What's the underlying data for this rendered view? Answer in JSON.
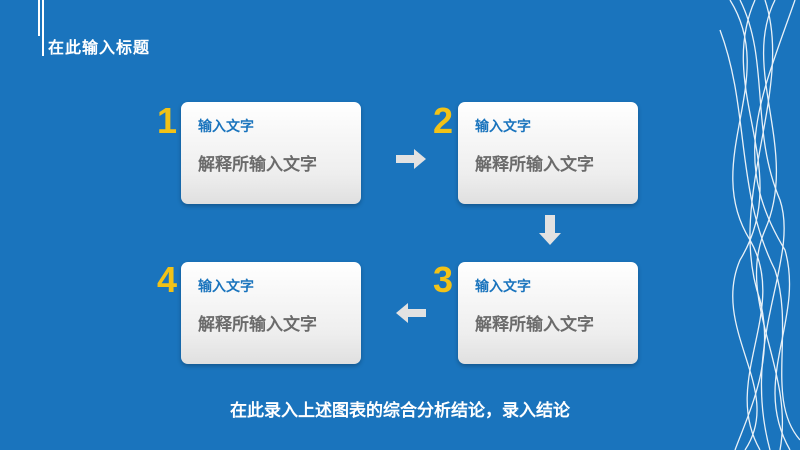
{
  "slide": {
    "title": "在此输入标题",
    "summary": "在此录入上述图表的综合分析结论，录入结论"
  },
  "steps": [
    {
      "number": "1",
      "title": "输入文字",
      "text": "解释所输入文字"
    },
    {
      "number": "2",
      "title": "输入文字",
      "text": "解释所输入文字"
    },
    {
      "number": "3",
      "title": "输入文字",
      "text": "解释所输入文字"
    },
    {
      "number": "4",
      "title": "输入文字",
      "text": "解释所输入文字"
    }
  ],
  "colors": {
    "background": "#1a74bd",
    "accent_number": "#f2c217",
    "card_title": "#1a74bd",
    "card_text": "#6b6b6b"
  }
}
